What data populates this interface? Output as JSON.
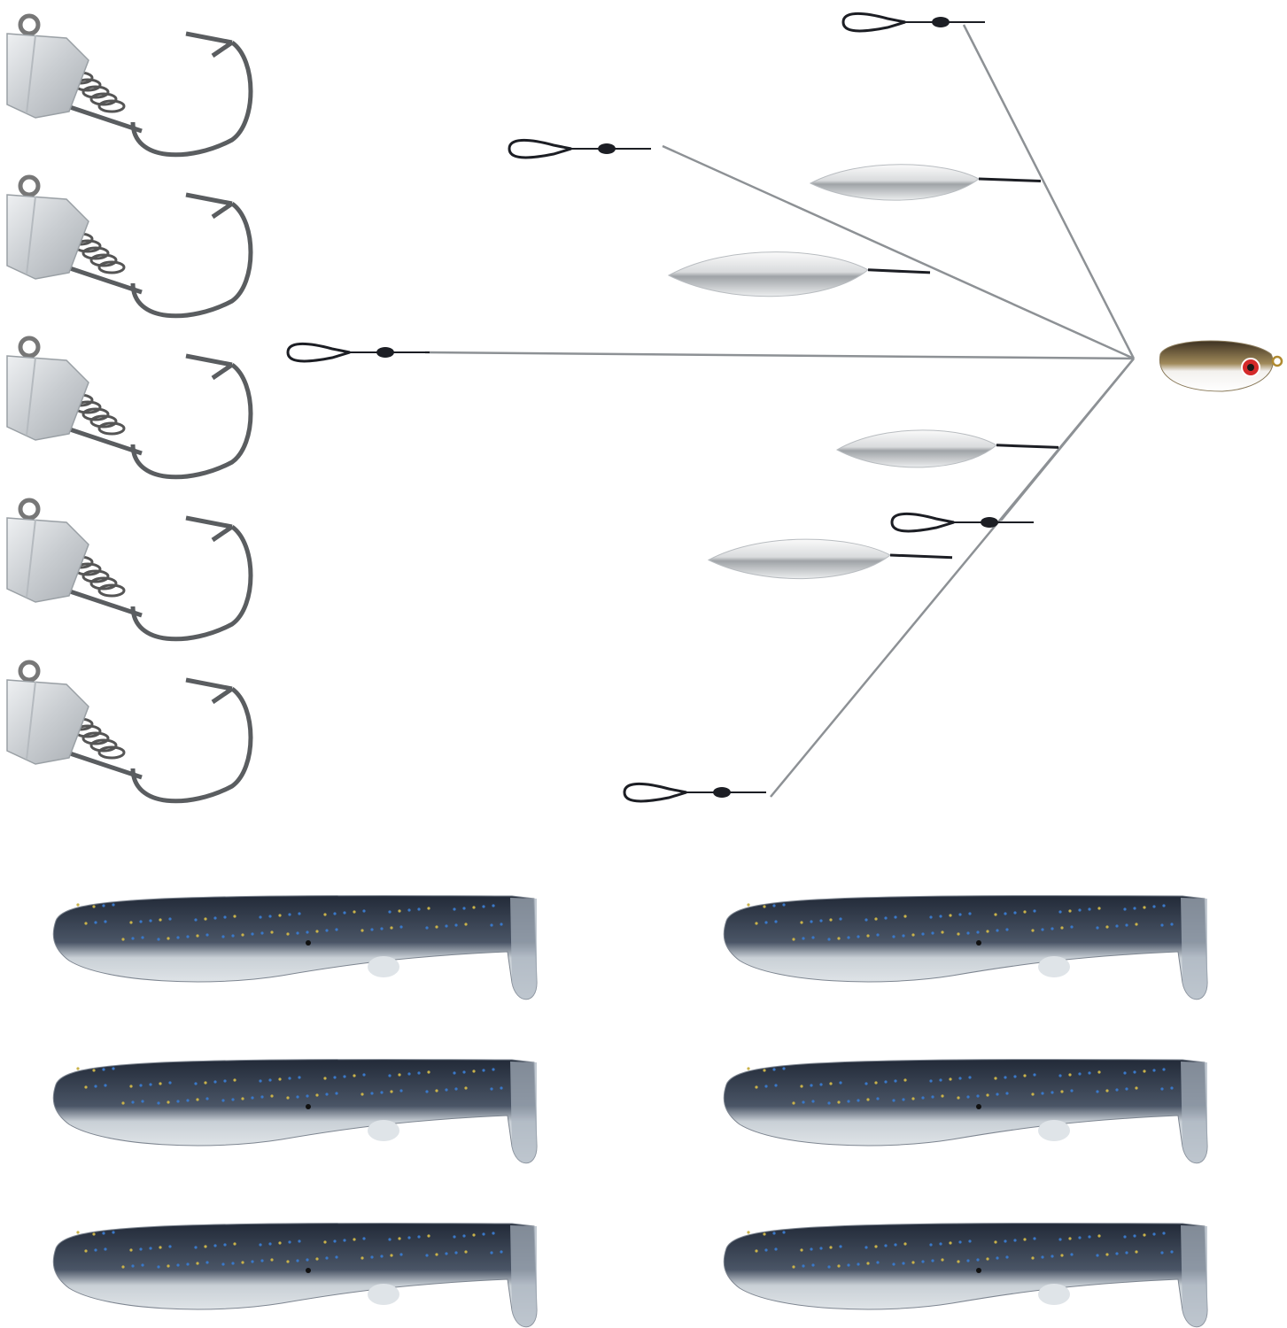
{
  "scene": {
    "background": "#ffffff",
    "jig_heads": {
      "count": 5,
      "lead_color": "#cfd3d6",
      "hook_color": "#5a5d60"
    },
    "umbrella_rig": {
      "arms": 5,
      "blades": 4,
      "blade_color": "#e4e6e8",
      "wire_color": "#8d9195",
      "snap_color": "#1c1e24",
      "head_colors": {
        "back": "#6b5a3a",
        "belly": "#f3f1ee",
        "eye": "#d42a2a"
      }
    },
    "swimbaits": {
      "count": 6,
      "back_color": "#2d3544",
      "belly_color": "#e8ecef",
      "flake_color": "#3a78c8"
    }
  }
}
